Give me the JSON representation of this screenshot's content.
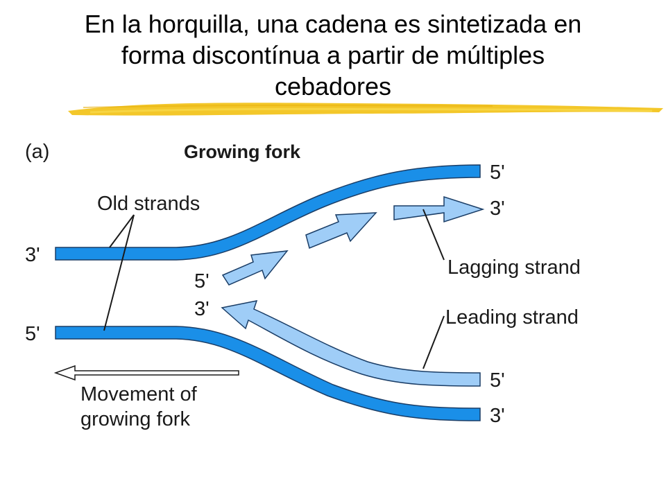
{
  "title": {
    "lines": [
      "En la horquilla, una cadena es sintetizada en",
      "forma discontínua a partir de múltiples",
      "cebadores"
    ]
  },
  "diagram": {
    "panel_label": "(a)",
    "heading": "Growing fork",
    "labels": {
      "old_strands": "Old strands",
      "lagging_strand": "Lagging strand",
      "leading_strand": "Leading strand",
      "movement_line1": "Movement of",
      "movement_line2": "growing fork"
    },
    "ends": {
      "top_left": "3'",
      "bottom_left": "5'",
      "top_right": "5'",
      "lagging_right": "3'",
      "lagging_left": "5'",
      "leading_tip": "3'",
      "leading_right": "5'",
      "bottom_right": "3'"
    }
  },
  "colors": {
    "old_strand": "#1a8fe8",
    "new_strand": "#9fcdf7",
    "outline": "#1a3d66",
    "underline": "#f2c218"
  }
}
